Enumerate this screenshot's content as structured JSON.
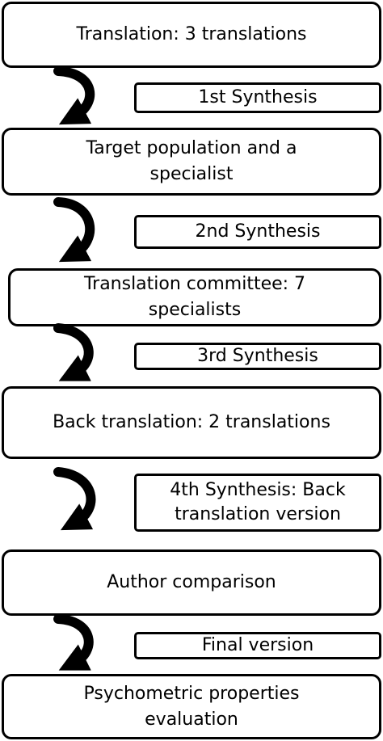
{
  "steps": [
    "Translation: 3 translations",
    "Target population and a specialist",
    "Translation committee: 7 specialists",
    "Back translation: 2 translations",
    "Author comparison",
    "Psychometric properties evaluation"
  ],
  "syntheses": [
    "1st Synthesis",
    "2nd Synthesis",
    "3rd Synthesis",
    "4th Synthesis: Back translation version",
    "Final version"
  ],
  "colors": {
    "stroke": "#000000",
    "fill": "#ffffff"
  }
}
